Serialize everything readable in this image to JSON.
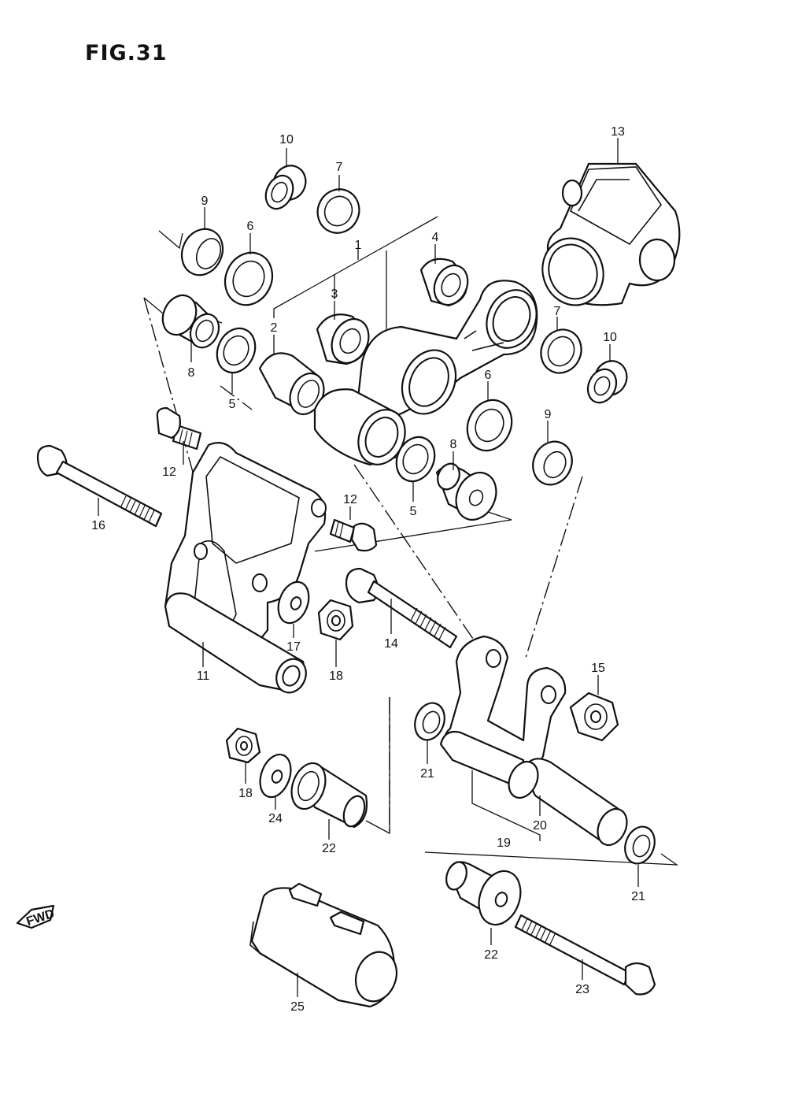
{
  "title": "FIG.31",
  "fwd_label": "FWD",
  "callouts": {
    "p1": "1",
    "p2": "2",
    "p3": "3",
    "p4": "4",
    "p5a": "5",
    "p5b": "5",
    "p6a": "6",
    "p6b": "6",
    "p7a": "7",
    "p7b": "7",
    "p8a": "8",
    "p8b": "8",
    "p9a": "9",
    "p9b": "9",
    "p10a": "10",
    "p10b": "10",
    "p11": "11",
    "p12a": "12",
    "p12b": "12",
    "p13": "13",
    "p14": "14",
    "p15": "15",
    "p16": "16",
    "p17": "17",
    "p18a": "18",
    "p18b": "18",
    "p19": "19",
    "p20": "20",
    "p21a": "21",
    "p21b": "21",
    "p22a": "22",
    "p22b": "22",
    "p23": "23",
    "p24": "24",
    "p25": "25"
  }
}
